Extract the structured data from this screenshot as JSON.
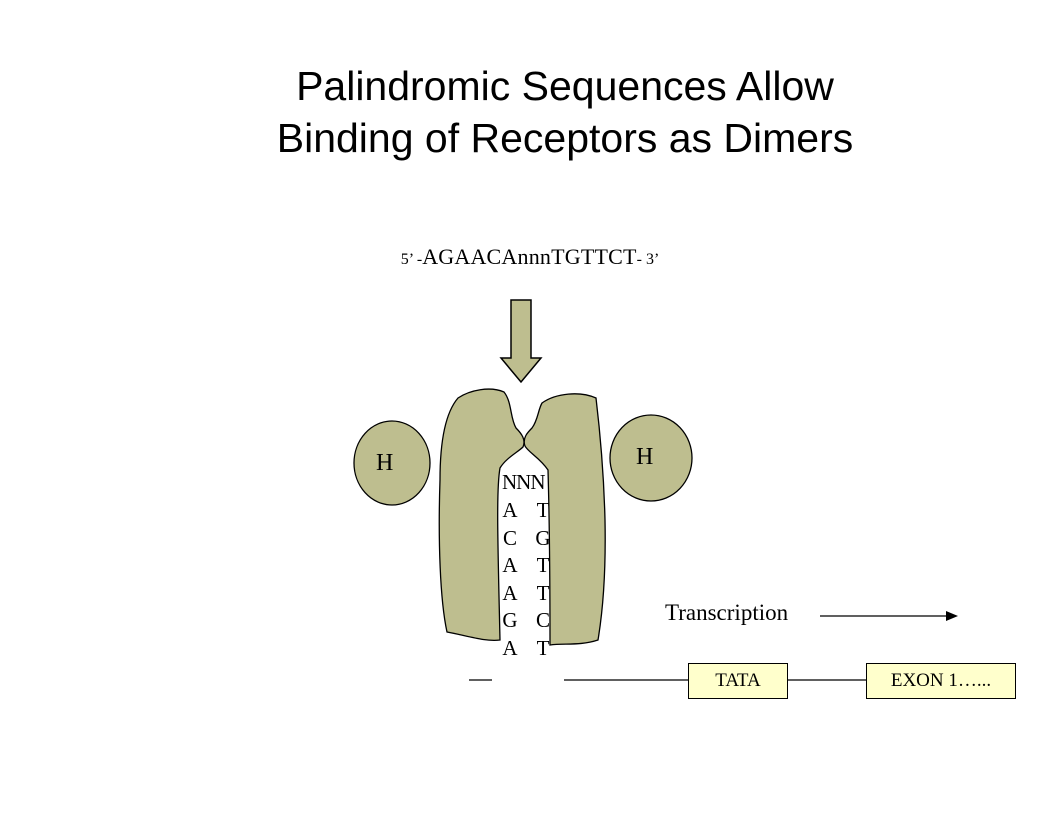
{
  "title": {
    "line1": "Palindromic Sequences Allow",
    "line2": "Binding of Receptors as Dimers"
  },
  "sequence": {
    "five_prime": "5’ -",
    "core": "AGAACAnnnTGTTCT",
    "three_prime": "- 3’"
  },
  "hormone_labels": [
    "H",
    "H"
  ],
  "dna_top": "NNN",
  "dna_left": [
    "A",
    "C",
    "A",
    "A",
    "G",
    "A"
  ],
  "dna_right": [
    "T",
    "G",
    "T",
    "T",
    "C",
    "T"
  ],
  "transcription_label": "Transcription",
  "tata_box": "TATA",
  "exon_box": "EXON 1…...",
  "colors": {
    "receptor_fill": "#bebe8f",
    "box_fill": "#ffffcc",
    "stroke": "#000000"
  }
}
